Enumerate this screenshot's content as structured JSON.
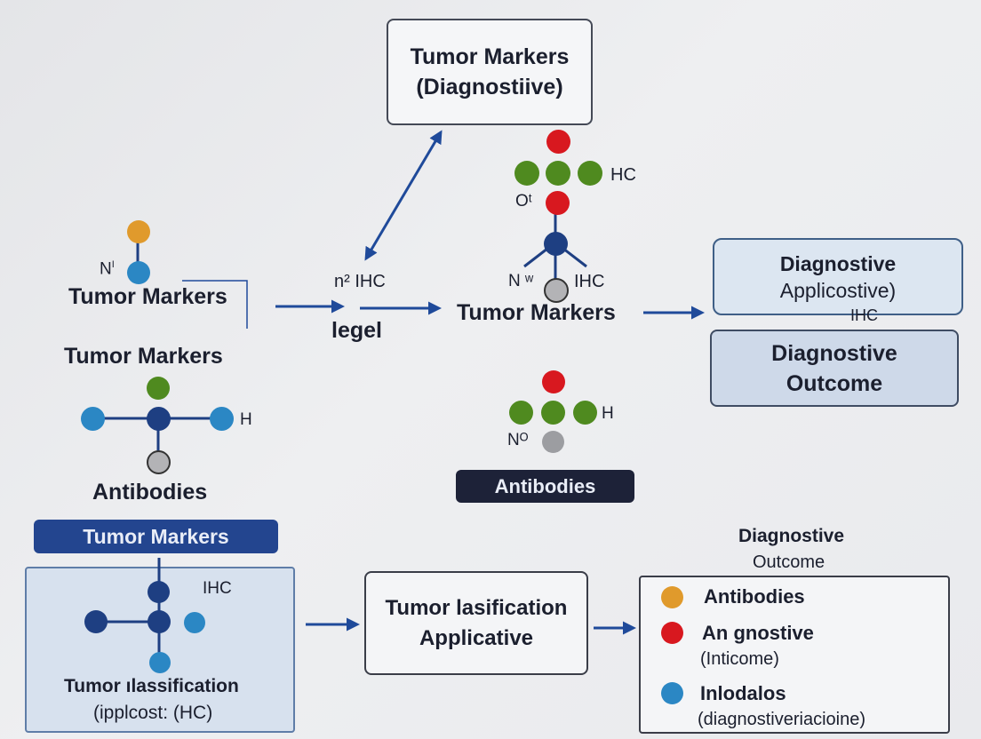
{
  "top_box": {
    "line1": "Tumor Markers",
    "line2": "(Diagnostiive)"
  },
  "left_cluster": {
    "label_n": "N",
    "label_n_sup": "I",
    "title": "Tumor Markers",
    "subtitle": "Tumor Markers",
    "label_h": "H",
    "footer": "Antibodies"
  },
  "middle_flow": {
    "ihc_label": "n² IHC",
    "legel_label": "legel"
  },
  "center_cluster": {
    "label_hc": "HC",
    "label_o": "Oᵗ",
    "label_nw": "N ʷ",
    "label_ihc": "IHC",
    "title": "Tumor Markers"
  },
  "right_boxes": {
    "box1_line1": "Diagnostive",
    "box1_line2": "Applicostive)",
    "box1_overlay": "IHC",
    "box2_line1": "Diagnostive",
    "box2_line2": "Outcome"
  },
  "lower_center_cluster": {
    "label_h": "H",
    "label_no": "Nᴼ",
    "pill": "Antibodies"
  },
  "bottom_left": {
    "header_pill": "Tumor Markers",
    "ihc_label": "IHC",
    "caption_line1": "Tumor ılassification",
    "caption_line2": "(ipplcost: (HC)"
  },
  "bottom_middle_box": {
    "line1": "Tumor lasification",
    "line2": "Applicative"
  },
  "legend": {
    "header_line1": "Diagnostive",
    "header_line2": "Outcome",
    "items": [
      {
        "label": "Antibodies",
        "sublabel": "",
        "color": "#e09a2c"
      },
      {
        "label": "An gnostive",
        "sublabel": "(Inticome)",
        "color": "#d8181f"
      },
      {
        "label": "Inlodalos",
        "sublabel": "(diagnostiveriacioine)",
        "color": "#2b87c4"
      }
    ]
  },
  "colors": {
    "navy": "#1e3f82",
    "arrow": "#1f4a9a",
    "green": "#4f8a1f",
    "red": "#d8181f",
    "blue": "#2b87c4",
    "orange": "#e09a2c",
    "gray": "#b3b3b6",
    "pill_dark": "#1d2238",
    "pill_blue": "#23458f"
  }
}
